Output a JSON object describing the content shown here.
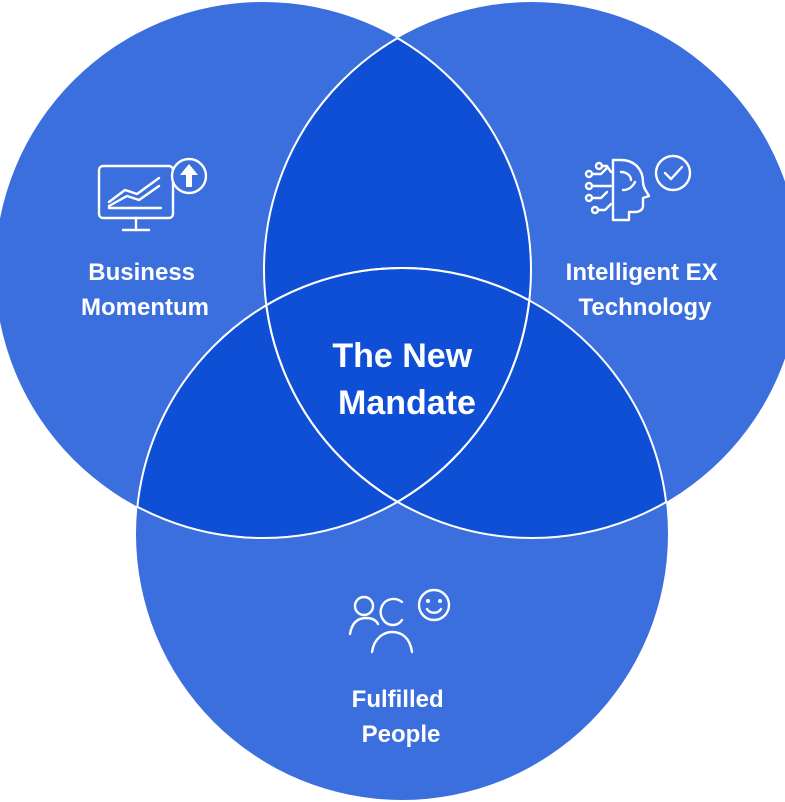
{
  "diagram": {
    "type": "venn",
    "colors": {
      "circle_fill": "#3b6fde",
      "overlap_fill": "#0f4fd6",
      "outline": "#ffffff",
      "text": "#ffffff",
      "background": "#ffffff"
    },
    "circles": [
      {
        "id": "business",
        "label_line1": "Business",
        "label_line2": "Momentum",
        "icon": "monitor-growth-icon"
      },
      {
        "id": "technology",
        "label_line1": "Intelligent EX",
        "label_line2": "Technology",
        "icon": "ai-brain-check-icon"
      },
      {
        "id": "people",
        "label_line1": "Fulfilled",
        "label_line2": "People",
        "icon": "people-smile-icon"
      }
    ],
    "center": {
      "label_line1": "The New",
      "label_line2": "Mandate"
    }
  }
}
